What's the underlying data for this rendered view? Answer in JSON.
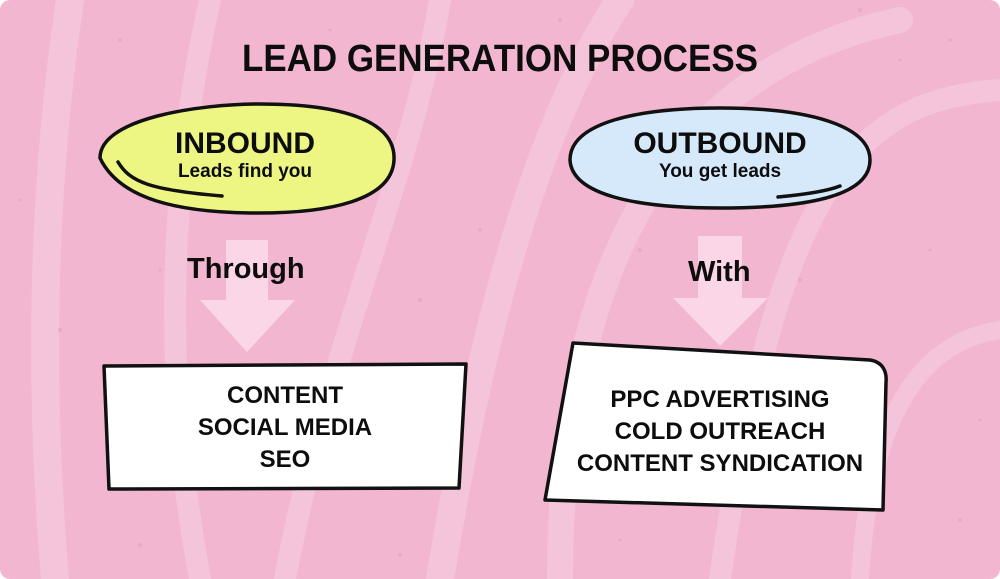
{
  "title": "LEAD GENERATION PROCESS",
  "colors": {
    "background": "#f2b6d0",
    "stripe": "#f5c8dc",
    "inbound_fill": "#eef683",
    "outbound_fill": "#d6e9fb",
    "box_fill": "#ffffff",
    "arrow_fill": "#fad6e6",
    "outline": "#111111"
  },
  "inbound": {
    "heading": "INBOUND",
    "subheading": "Leads find you",
    "connector": "Through",
    "items": [
      "CONTENT",
      "SOCIAL MEDIA",
      "SEO"
    ]
  },
  "outbound": {
    "heading": "OUTBOUND",
    "subheading": "You get leads",
    "connector": "With",
    "items": [
      "PPC ADVERTISING",
      "COLD OUTREACH",
      "CONTENT SYNDICATION"
    ]
  }
}
